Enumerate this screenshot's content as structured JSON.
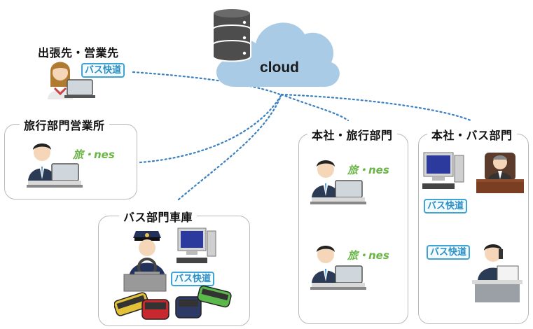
{
  "cloud": {
    "label": "cloud",
    "icon": "database-icon"
  },
  "sites": {
    "business_trip": {
      "title": "出張先・営業先"
    },
    "travel_sales": {
      "title": "旅行部門営業所"
    },
    "bus_garage": {
      "title": "バス部門車庫"
    },
    "hq_travel": {
      "title": "本社・旅行部門"
    },
    "hq_bus": {
      "title": "本社・バス部門"
    }
  },
  "logos": {
    "bus_kaido": "バス快道",
    "ryokaido": "旅・nes"
  },
  "colors": {
    "connection_line": "#3a7fc1",
    "cloud_fill": "#a9cbe5",
    "box_border": "#b9b9b9",
    "bus_logo": "#2a8fc4",
    "ryokaido_logo": "#69b545"
  }
}
